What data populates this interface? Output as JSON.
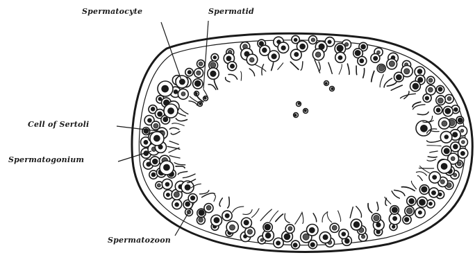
{
  "figure": {
    "labels": {
      "spermatocyte": "Spermatocyte",
      "spermatid": "Spermatid",
      "sertoli": "Cell of Sertoli",
      "spermatogonium": "Spermatogonium",
      "spermatozoon": "Spermatozoon"
    },
    "colors": {
      "ink": "#1a1a1a",
      "background": "#ffffff",
      "lumen": "#ffffff"
    }
  }
}
